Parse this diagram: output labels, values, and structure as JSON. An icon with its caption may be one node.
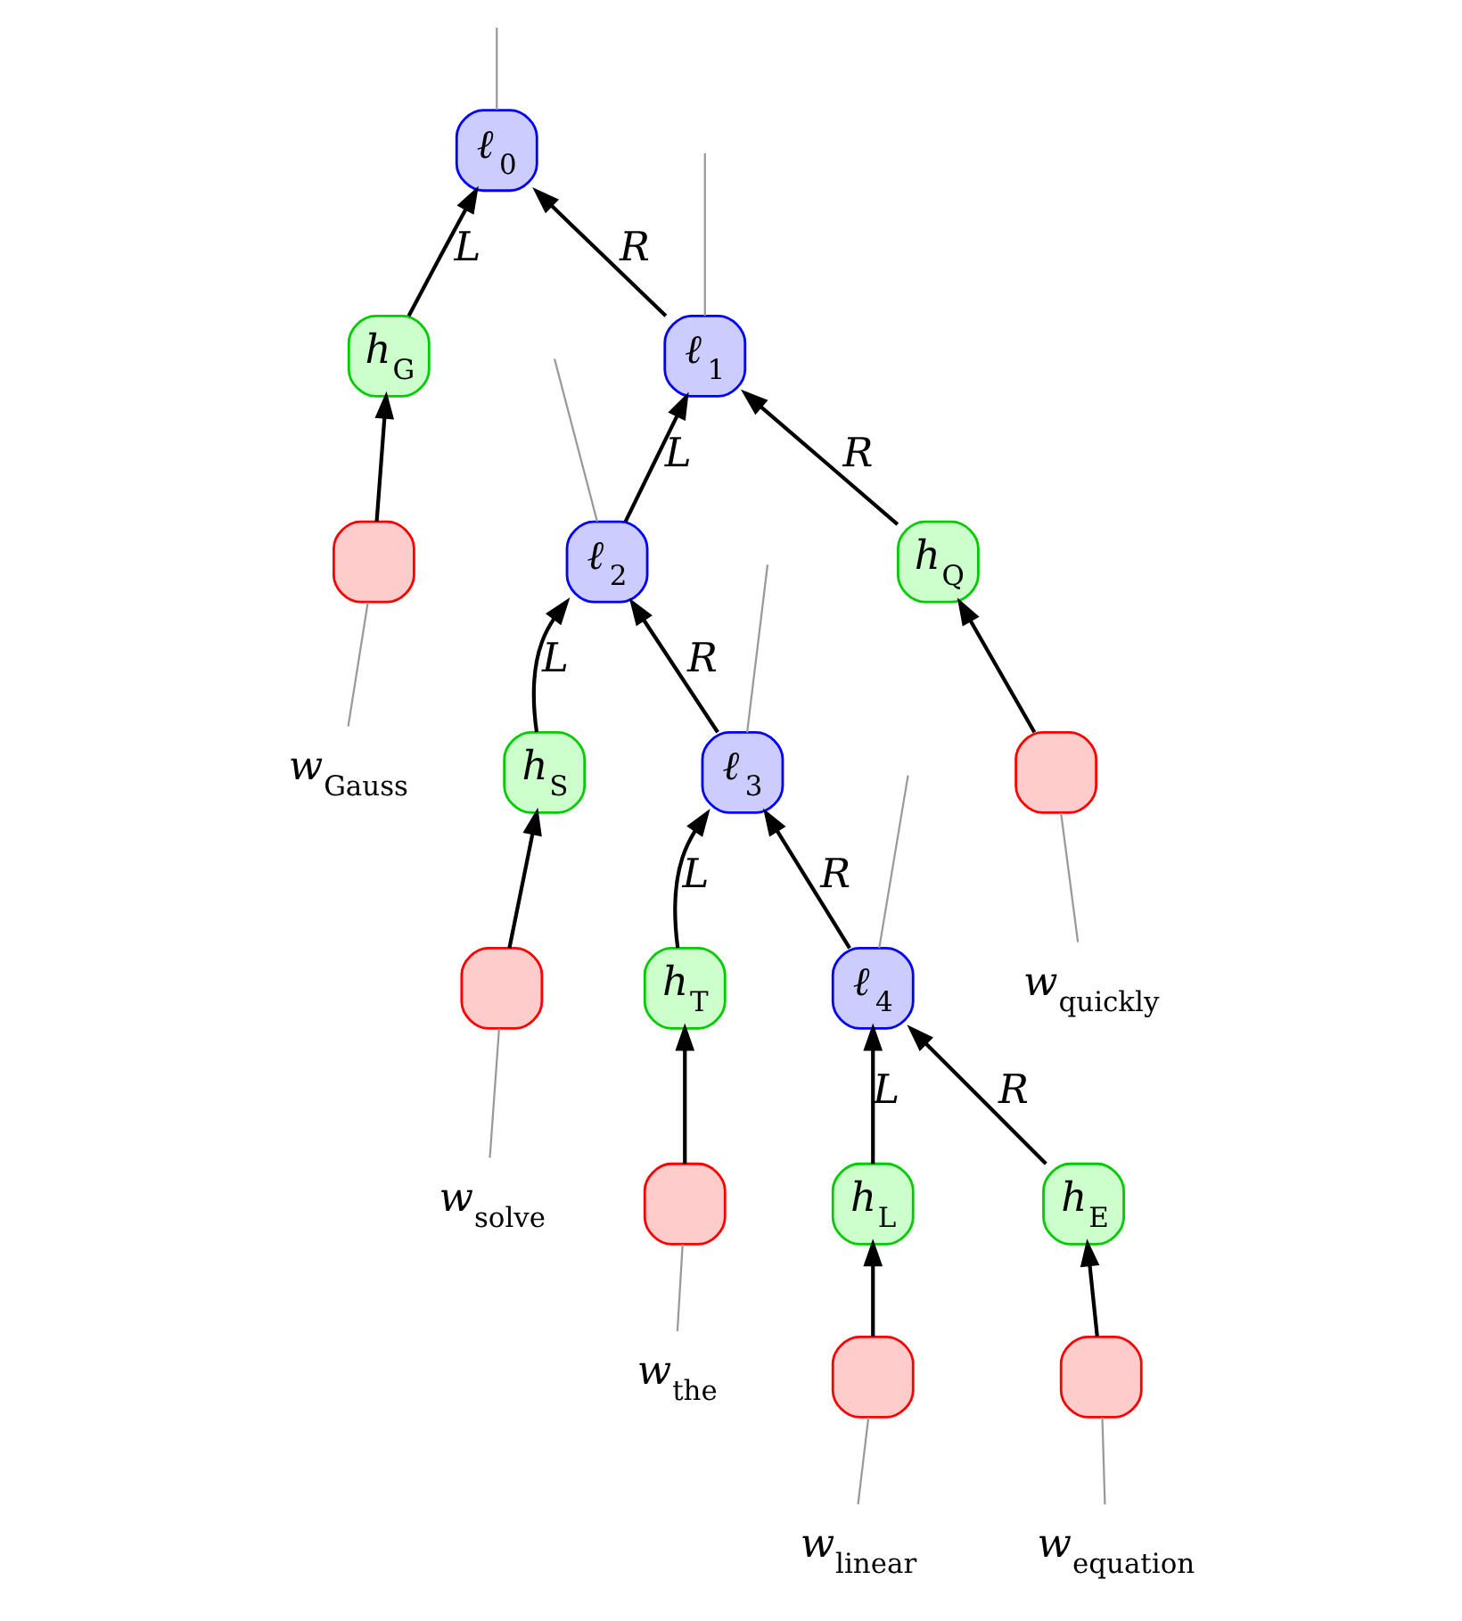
{
  "diagram": {
    "nodes": [
      {
        "text": [
          "ℓ$_{0}$"
        ]
      },
      {
        "text": [
          "h$_{G}$"
        ]
      },
      {
        "text": [
          "ℓ$_{1}$"
        ]
      },
      {
        "text": [],
        "shape": "box"
      },
      {
        "text": [
          "w$_{Gauss}$"
        ]
      },
      {
        "text": [
          "ℓ$_{2}$"
        ]
      },
      {
        "text": [
          "h$_{Q}$"
        ]
      },
      {
        "text": [
          "h$_{S}$"
        ]
      },
      {
        "text": [
          "ℓ$_{3}$"
        ]
      },
      {
        "text": [],
        "shape": "box"
      },
      {
        "text": [
          "w$_{quickly}$"
        ]
      },
      {
        "text": [],
        "shape": "box"
      },
      {
        "text": [
          "h$_{T}$"
        ]
      },
      {
        "text": [
          "ℓ$_{4}$"
        ]
      },
      {
        "text": [
          "w$_{solve}$"
        ]
      },
      {
        "text": [],
        "shape": "box"
      },
      {
        "text": [
          "h$_{L}$"
        ]
      },
      {
        "text": [
          "h$_{E}$"
        ]
      },
      {
        "text": [
          "w$_{the}$"
        ]
      },
      {
        "text": [],
        "shape": "box"
      },
      {
        "text": [],
        "shape": "box"
      },
      {
        "text": [
          "w$_{linear}$"
        ]
      },
      {
        "text": [
          "w$_{equation}$"
        ]
      }
    ],
    "edges": [
      {
        "from": 1,
        "to": 0,
        "arrow": "to",
        "label": "L"
      },
      {
        "from": 2,
        "to": 0,
        "arrow": "to",
        "label": "R"
      },
      {
        "from": 3,
        "to": 1,
        "arrow": "to"
      },
      {
        "from": 5,
        "to": 2,
        "arrow": "to",
        "label": "L"
      },
      {
        "from": 6,
        "to": 2,
        "arrow": "to",
        "label": "R"
      },
      {
        "from": 9,
        "to": 6,
        "arrow": "to"
      },
      {
        "from": 7,
        "to": 5,
        "arrow": "to",
        "label": "L"
      },
      {
        "from": 8,
        "to": 5,
        "arrow": "to",
        "label": "R"
      },
      {
        "from": 11,
        "to": 7,
        "arrow": "to"
      },
      {
        "from": 12,
        "to": 8,
        "arrow": "to",
        "label": "L"
      },
      {
        "from": 13,
        "to": 8,
        "arrow": "to",
        "label": "R"
      },
      {
        "from": 15,
        "to": 12,
        "arrow": "to"
      },
      {
        "from": 16,
        "to": 13,
        "arrow": "to",
        "label": "L"
      },
      {
        "from": 17,
        "to": 13,
        "arrow": "to",
        "label": "R"
      },
      {
        "from": 19,
        "to": 16,
        "arrow": "to"
      },
      {
        "from": 20,
        "to": 17,
        "arrow": "to"
      },
      {
        "from": 4,
        "to": 3,
        "arrow": "none",
        "color": "#999999"
      },
      {
        "from": 10,
        "to": 9,
        "arrow": "none",
        "color": "#999999"
      },
      {
        "from": 14,
        "to": 11,
        "arrow": "none",
        "color": "#999999"
      },
      {
        "from": 18,
        "to": 15,
        "arrow": "none",
        "color": "#999999"
      },
      {
        "from": 21,
        "to": 19,
        "arrow": "none",
        "color": "#999999"
      },
      {
        "from": 22,
        "to": 20,
        "arrow": "none",
        "color": "#999999"
      },
      {
        "from": 0,
        "to": null,
        "arrow": "none",
        "color": "#999999"
      },
      {
        "from": 2,
        "to": null,
        "arrow": "none",
        "color": "#999999"
      },
      {
        "from": 5,
        "to": null,
        "arrow": "none",
        "color": "#999999"
      },
      {
        "from": 8,
        "to": null,
        "arrow": "none",
        "color": "#999999"
      },
      {
        "from": 13,
        "to": null,
        "arrow": "none",
        "color": "#999999"
      }
    ]
  }
}
